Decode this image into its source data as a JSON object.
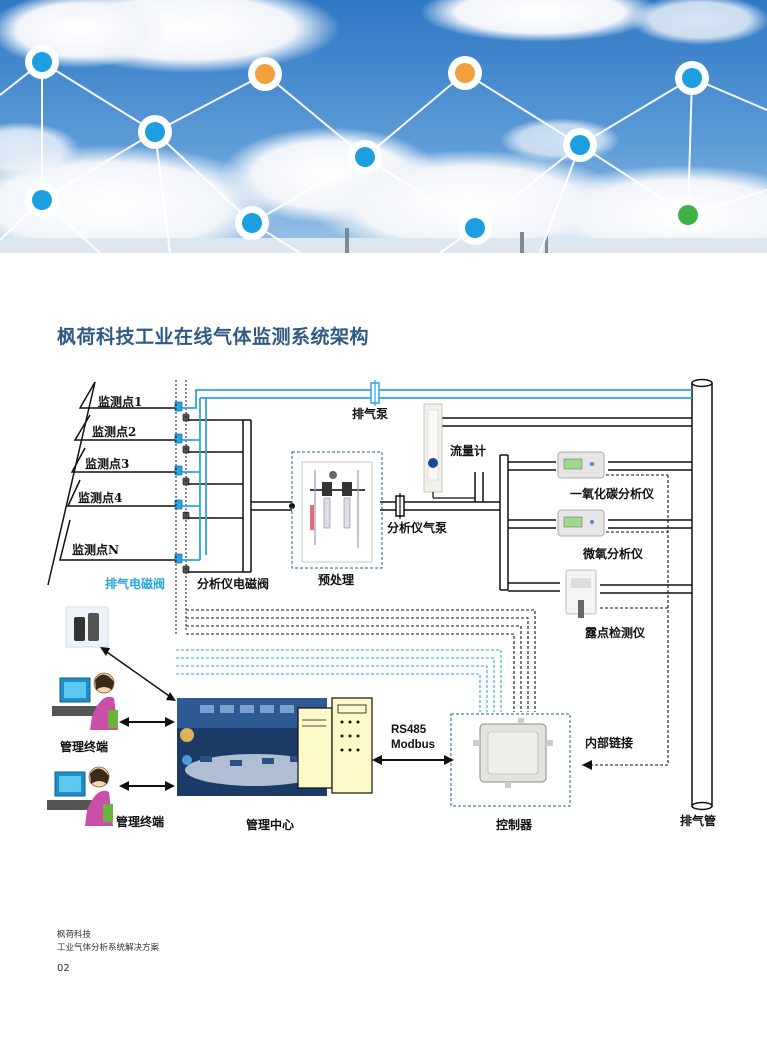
{
  "page": {
    "title": "枫荷科技工业在线气体监测系统架构",
    "footer_company": "枫荷科技",
    "footer_subtitle": "工业气体分析系统解决方案",
    "page_number": "02"
  },
  "diagram": {
    "monitor_points": [
      "监测点1",
      "监测点2",
      "监测点3",
      "监测点4",
      "监测点N"
    ],
    "exhaust_solenoid": "排气电磁阀",
    "analyzer_solenoid": "分析仪电磁阀",
    "exhaust_pump": "排气泵",
    "flow_meter": "流量计",
    "pretreatment": "预处理",
    "analyzer_pump": "分析仪气泵",
    "co_analyzer": "一氧化碳分析仪",
    "trace_oxygen_analyzer": "微氧分析仪",
    "dew_point_detector": "露点检测仪",
    "management_terminal_1": "管理终端",
    "management_terminal_2": "管理终端",
    "management_center": "管理中心",
    "rs485": "RS485",
    "modbus": "Modbus",
    "controller": "控制器",
    "internal_link": "内部链接",
    "exhaust_pipe": "排气管"
  },
  "colors": {
    "title": "#2f5a83",
    "accent_blue": "#2aa6e0",
    "line": "#111111"
  }
}
